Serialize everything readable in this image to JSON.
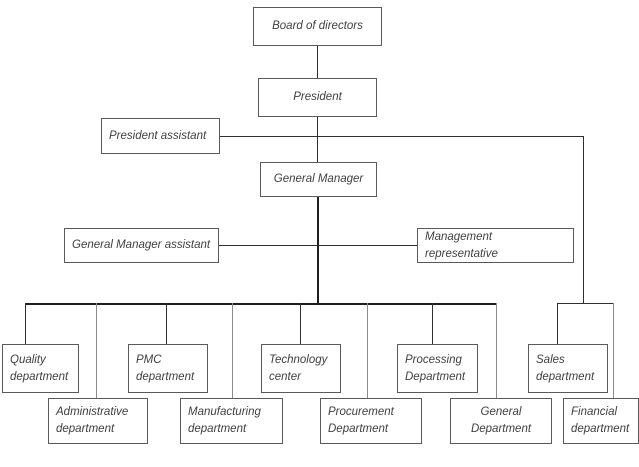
{
  "diagram": {
    "title": "Organizational structure chart",
    "type": "org-chart",
    "background_color": "#ffffff",
    "node_border_color": "#5a5a5a",
    "node_text_color": "#3f3f3f",
    "connector_color": "#2f2f2f"
  },
  "nodes": {
    "board_of_directors": "Board of directors",
    "president": "President",
    "president_assistant": "President assistant",
    "general_manager": "General Manager",
    "general_manager_assistant": "General Manager assistant",
    "management_representative": "Management representative",
    "quality_department": "Quality\ndepartment",
    "administrative_department": "Administrative\ndepartment",
    "pmc_department": "PMC\ndepartment",
    "manufacturing_department": "Manufacturing\ndepartment",
    "technology_center": "Technology\ncenter",
    "procurement_department": "Procurement\nDepartment",
    "processing_department": "Processing\nDepartment",
    "general_department": "General\nDepartment",
    "sales_department": "Sales\ndepartment",
    "financial_department": "Financial\ndepartment"
  }
}
